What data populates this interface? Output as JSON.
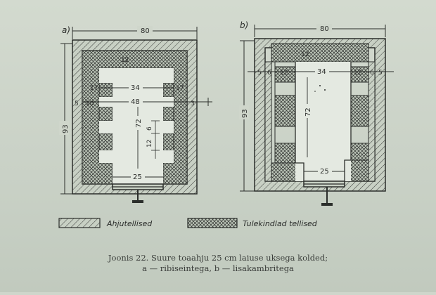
{
  "figure": {
    "panel_a_label": "a)",
    "panel_b_label": "b)",
    "panel_a": {
      "width_total": "80",
      "height_total": "93",
      "top_row": "12",
      "side_5": "5",
      "side_3": "3",
      "num_10": "10",
      "num_17_left": "17",
      "num_17_right": "17",
      "width_34": "34",
      "width_48": "48",
      "height_72": "72",
      "rib_6": "6",
      "rib_12": "12",
      "door_25": "25"
    },
    "panel_b": {
      "width_total": "80",
      "height_total": "93",
      "top_row": "12",
      "side_5": "5",
      "side_6_left": "6",
      "side_12_left": "12",
      "width_34": "34",
      "side_12_right": "12",
      "side_6_right": "6",
      "side_5_right": "5",
      "height_72": "72",
      "door_25": "25"
    }
  },
  "legend": {
    "brick1": "Ahjutellised",
    "brick2": "Tulekindlad tellised"
  },
  "caption": {
    "line1": "Joonis 22. Suure toaahju 25 cm laiuse uksega kolded;",
    "line2": "a — ribiseintega, b — lisakambritega"
  }
}
